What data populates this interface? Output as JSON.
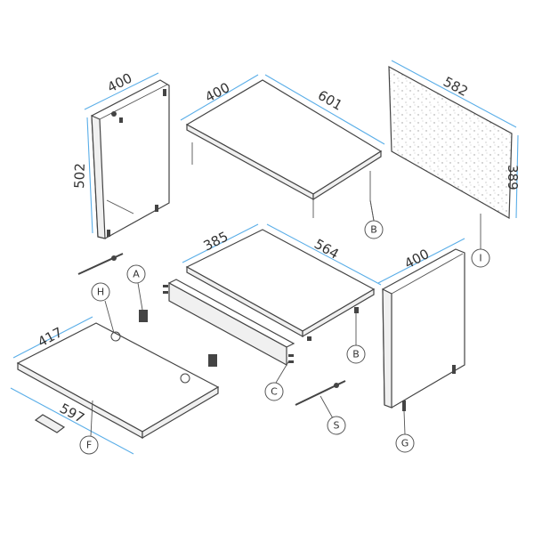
{
  "dimensions": {
    "left_panel_depth": "400",
    "left_panel_height": "502",
    "top_depth": "400",
    "top_width": "601",
    "back_width": "582",
    "back_height": "389",
    "shelf_depth": "385",
    "shelf_width": "564",
    "right_panel_depth": "400",
    "bottom_depth": "417",
    "bottom_width": "597"
  },
  "callouts": {
    "top_dowel": "B",
    "back_panel": "I",
    "cam_lock": "A",
    "hole": "H",
    "shelf_dowel": "C",
    "shelf_pin": "B",
    "connector_screw": "S",
    "foot": "G",
    "base_part": "F"
  },
  "colors": {
    "dimension_line": "#5aaee8",
    "outline": "#444444"
  }
}
